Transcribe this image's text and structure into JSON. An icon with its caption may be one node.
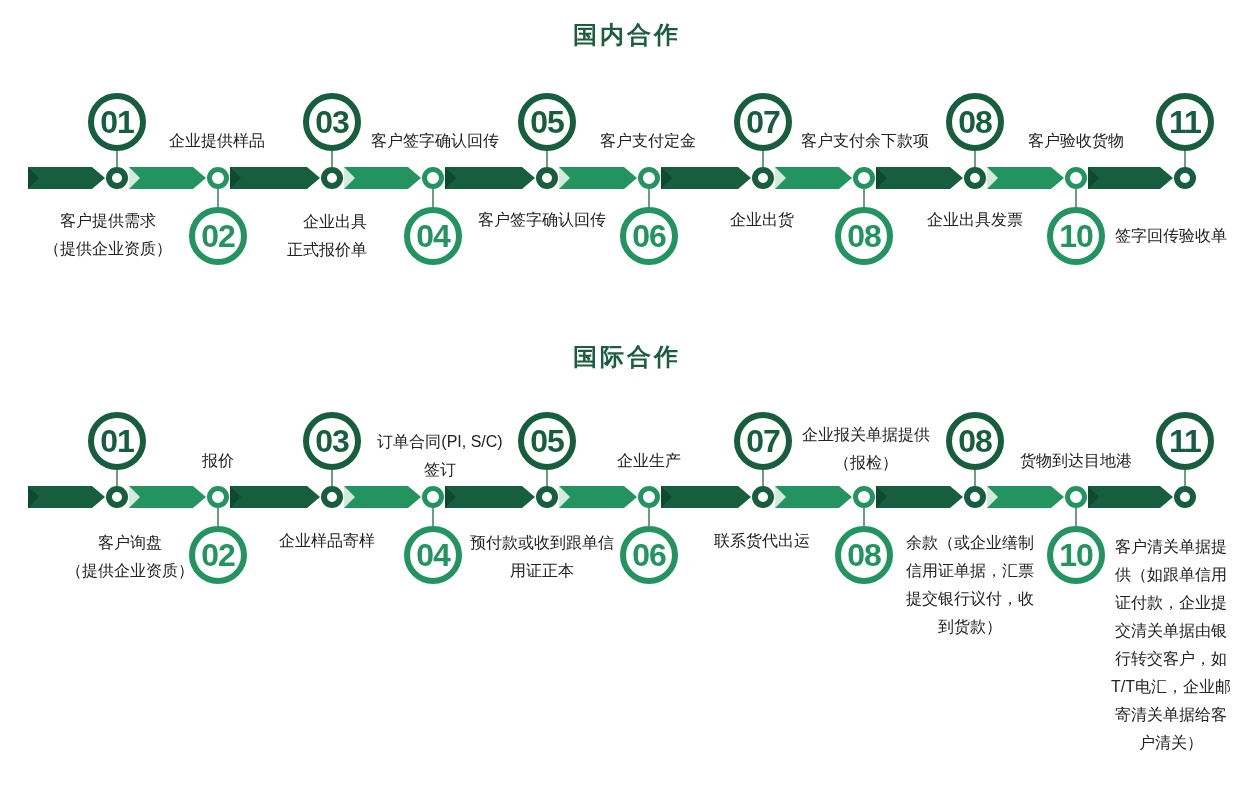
{
  "diagram": {
    "nodes": [
      {
        "text": [
          "01"
        ]
      },
      {
        "text": [],
        "shape": "circle"
      },
      {
        "text": [
          "02"
        ]
      },
      {
        "text": [],
        "shape": "circle"
      },
      {
        "text": [
          "03"
        ]
      },
      {
        "text": [],
        "shape": "circle"
      },
      {
        "text": [
          "04"
        ]
      },
      {
        "text": [],
        "shape": "circle"
      },
      {
        "text": [
          "05"
        ]
      },
      {
        "text": [],
        "shape": "circle"
      },
      {
        "text": [
          "06"
        ]
      },
      {
        "text": [],
        "shape": "circle"
      },
      {
        "text": [
          "07"
        ]
      },
      {
        "text": [],
        "shape": "circle"
      },
      {
        "text": [
          "08"
        ]
      },
      {
        "text": [],
        "shape": "circle"
      },
      {
        "text": [
          "08"
        ]
      },
      {
        "text": [],
        "shape": "circle"
      },
      {
        "text": [
          "10"
        ]
      },
      {
        "text": [],
        "shape": "circle"
      },
      {
        "text": [
          "11"
        ]
      },
      {
        "text": [],
        "shape": "circle"
      },
      {
        "text": [
          "01"
        ]
      },
      {
        "text": [],
        "shape": "circle"
      },
      {
        "text": [
          "02"
        ]
      },
      {
        "text": [],
        "shape": "circle"
      },
      {
        "text": [
          "03"
        ]
      },
      {
        "text": [],
        "shape": "circle"
      },
      {
        "text": [
          "04"
        ]
      },
      {
        "text": [],
        "shape": "circle"
      },
      {
        "text": [
          "05"
        ]
      },
      {
        "text": [],
        "shape": "circle"
      },
      {
        "text": [
          "06"
        ]
      },
      {
        "text": [],
        "shape": "circle"
      },
      {
        "text": [
          "07"
        ]
      },
      {
        "text": [],
        "shape": "circle"
      },
      {
        "text": [
          "08"
        ]
      },
      {
        "text": [],
        "shape": "circle"
      },
      {
        "text": [
          "08"
        ]
      },
      {
        "text": [],
        "shape": "circle"
      },
      {
        "text": [
          "10"
        ]
      },
      {
        "text": [],
        "shape": "circle"
      },
      {
        "text": [
          "11"
        ]
      },
      {
        "text": [],
        "shape": "circle"
      }
    ],
    "edges": [
      {
        "from": null,
        "to": 1,
        "arrow": "to",
        "style": "thick",
        "color": "#175e3e"
      },
      {
        "from": 0,
        "to": 1,
        "arrow": "none"
      },
      {
        "from": 1,
        "to": 3,
        "arrow": "to",
        "style": "thick",
        "color": "#23945f"
      },
      {
        "from": 2,
        "to": 3,
        "arrow": "none"
      },
      {
        "from": 3,
        "to": 5,
        "arrow": "to",
        "style": "thick",
        "color": "#175e3e"
      },
      {
        "from": 4,
        "to": 5,
        "arrow": "none"
      },
      {
        "from": 5,
        "to": 7,
        "arrow": "to",
        "style": "thick",
        "color": "#23945f"
      },
      {
        "from": 6,
        "to": 7,
        "arrow": "none"
      },
      {
        "from": 7,
        "to": 9,
        "arrow": "to",
        "style": "thick",
        "color": "#175e3e"
      },
      {
        "from": 8,
        "to": 9,
        "arrow": "none"
      },
      {
        "from": 9,
        "to": 11,
        "arrow": "to",
        "style": "thick",
        "color": "#23945f"
      },
      {
        "from": 10,
        "to": 11,
        "arrow": "none"
      },
      {
        "from": 11,
        "to": 13,
        "arrow": "to",
        "style": "thick",
        "color": "#175e3e"
      },
      {
        "from": 12,
        "to": 13,
        "arrow": "none"
      },
      {
        "from": 13,
        "to": 15,
        "arrow": "to",
        "style": "thick",
        "color": "#23945f"
      },
      {
        "from": 14,
        "to": 15,
        "arrow": "none"
      },
      {
        "from": 15,
        "to": 17,
        "arrow": "to",
        "style": "thick",
        "color": "#175e3e"
      },
      {
        "from": 16,
        "to": 17,
        "arrow": "none"
      },
      {
        "from": 17,
        "to": 19,
        "arrow": "to",
        "style": "thick",
        "color": "#23945f"
      },
      {
        "from": 18,
        "to": 19,
        "arrow": "none"
      },
      {
        "from": 19,
        "to": 21,
        "arrow": "to",
        "style": "thick",
        "color": "#175e3e"
      },
      {
        "from": 20,
        "to": 21,
        "arrow": "none"
      },
      {
        "from": null,
        "to": 23,
        "arrow": "to",
        "style": "thick",
        "color": "#175e3e"
      },
      {
        "from": 22,
        "to": 23,
        "arrow": "none"
      },
      {
        "from": 23,
        "to": 25,
        "arrow": "to",
        "style": "thick",
        "color": "#23945f"
      },
      {
        "from": 24,
        "to": 25,
        "arrow": "none"
      },
      {
        "from": 25,
        "to": 27,
        "arrow": "to",
        "style": "thick",
        "color": "#175e3e"
      },
      {
        "from": 26,
        "to": 27,
        "arrow": "none"
      },
      {
        "from": 27,
        "to": 29,
        "arrow": "to",
        "style": "thick",
        "color": "#23945f"
      },
      {
        "from": 28,
        "to": 29,
        "arrow": "none"
      },
      {
        "from": 29,
        "to": 31,
        "arrow": "to",
        "style": "thick",
        "color": "#175e3e"
      },
      {
        "from": 30,
        "to": 31,
        "arrow": "none"
      },
      {
        "from": 31,
        "to": 33,
        "arrow": "to",
        "style": "thick",
        "color": "#23945f"
      },
      {
        "from": 32,
        "to": 33,
        "arrow": "none"
      },
      {
        "from": 33,
        "to": 35,
        "arrow": "to",
        "style": "thick",
        "color": "#175e3e"
      },
      {
        "from": 34,
        "to": 35,
        "arrow": "none"
      },
      {
        "from": 35,
        "to": 37,
        "arrow": "to",
        "style": "thick",
        "color": "#23945f"
      },
      {
        "from": 36,
        "to": 37,
        "arrow": "none"
      },
      {
        "from": 37,
        "to": 39,
        "arrow": "to",
        "style": "thick",
        "color": "#175e3e"
      },
      {
        "from": 38,
        "to": 39,
        "arrow": "none"
      },
      {
        "from": 39,
        "to": 41,
        "arrow": "to",
        "style": "thick",
        "color": "#23945f"
      },
      {
        "from": 40,
        "to": 41,
        "arrow": "none"
      },
      {
        "from": 41,
        "to": 43,
        "arrow": "to",
        "style": "thick",
        "color": "#175e3e"
      },
      {
        "from": 42,
        "to": 43,
        "arrow": "none"
      }
    ],
    "labels": [
      "国内合作",
      "客户提供需求（提供企业资质）",
      "企业提供样品",
      "企业出具正式报价单",
      "客户签字确认回传",
      "客户签字确认回传",
      "客户支付定金",
      "企业出货",
      "客户支付余下款项",
      "企业出具发票",
      "客户验收货物",
      "签字回传验收单",
      "国际合作",
      "客户询盘（提供企业资质）",
      "报价",
      "企业样品寄样",
      "订单合同(PI, S/C)签订",
      "预付款或收到跟单信用证正本",
      "企业生产",
      "联系货代出运",
      "企业报关单据提供（报检）",
      "余款（或企业缮制信用证单据，汇票提交银行议付，收到货款）",
      "货物到达目地港",
      "客户清关单据提供（如跟单信用证付款，企业提交清关单据由银行转交客户，如T/T电汇，企业邮寄清关单据给客户清关）"
    ]
  }
}
